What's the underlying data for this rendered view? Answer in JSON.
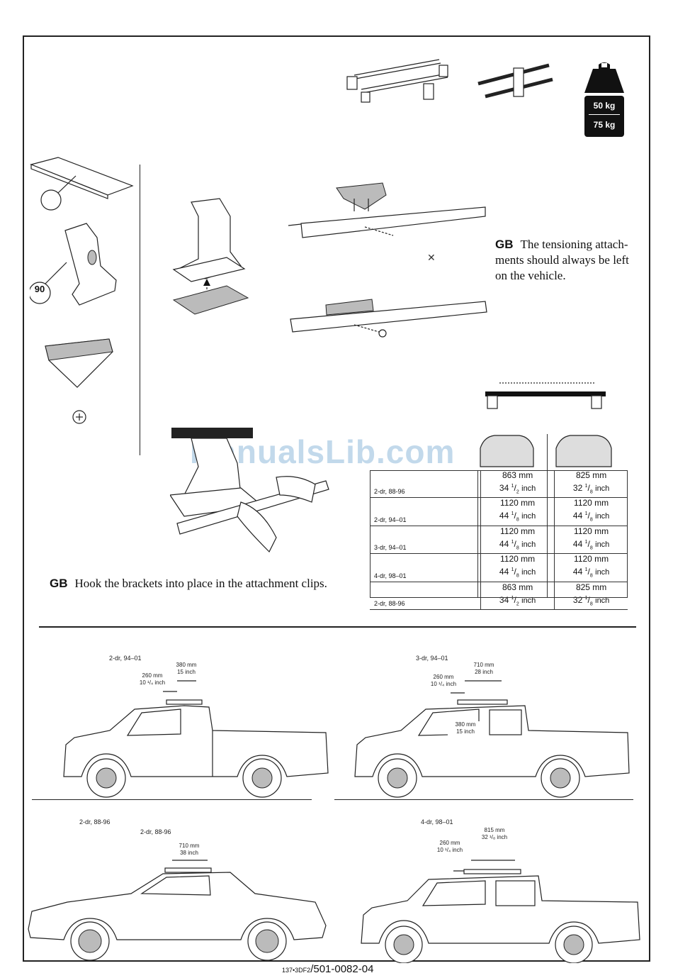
{
  "weights": {
    "w1": "50 kg",
    "w2": "75 kg"
  },
  "callout_90": "90",
  "notes": {
    "tension": {
      "lang": "GB",
      "text": "The tensioning attach-ments should always be left on the vehicle.",
      "l1": "The tensioning attach-",
      "l2": "ments should always be left",
      "l3": "on the vehicle."
    },
    "hook": {
      "lang": "GB",
      "text": "Hook the brackets into place in the attachment clips."
    }
  },
  "watermark": "ManualsLib.com",
  "table": {
    "rows": [
      {
        "car": "2-dr, 88-96",
        "a_mm": "863 mm",
        "a_in": "34",
        "a_fr": "1",
        "a_den": "2",
        "a_unit": "inch",
        "b_mm": "825 mm",
        "b_in": "32",
        "b_fr": "1",
        "b_den": "8",
        "b_unit": "inch"
      },
      {
        "car": "2-dr, 94–01",
        "a_mm": "1120 mm",
        "a_in": "44",
        "a_fr": "1",
        "a_den": "8",
        "a_unit": "inch",
        "b_mm": "1120 mm",
        "b_in": "44",
        "b_fr": "1",
        "b_den": "8",
        "b_unit": "inch"
      },
      {
        "car": "3-dr, 94–01",
        "a_mm": "1120 mm",
        "a_in": "44",
        "a_fr": "1",
        "a_den": "8",
        "a_unit": "inch",
        "b_mm": "1120 mm",
        "b_in": "44",
        "b_fr": "1",
        "b_den": "8",
        "b_unit": "inch"
      },
      {
        "car": "4-dr, 98–01",
        "a_mm": "1120 mm",
        "a_in": "44",
        "a_fr": "1",
        "a_den": "8",
        "a_unit": "inch",
        "b_mm": "1120 mm",
        "b_in": "44",
        "b_fr": "1",
        "b_den": "8",
        "b_unit": "inch"
      },
      {
        "car": "2-dr, 88-96",
        "a_mm": "863 mm",
        "a_in": "34",
        "a_fr": "1",
        "a_den": "2",
        "a_unit": "inch",
        "b_mm": "825 mm",
        "b_in": "32",
        "b_fr": "1",
        "b_den": "8",
        "b_unit": "inch"
      }
    ]
  },
  "vehicles": {
    "v1": {
      "label": "2-dr, 94–01",
      "d1_mm": "380 mm",
      "d1_in": "15 inch",
      "d2_mm": "260 mm",
      "d2_in": "10 ¹/₄ inch"
    },
    "v2": {
      "label": "3-dr, 94–01",
      "d1_mm": "710 mm",
      "d1_in": "28 inch",
      "d2_mm": "260 mm",
      "d2_in": "10 ¹/₄ inch",
      "d3_mm": "380 mm",
      "d3_in": "15 inch"
    },
    "v3": {
      "label_a": "2-dr, 88-96",
      "label_b": "2-dr, 88-96",
      "d1_mm": "710 mm",
      "d1_in": "38 inch"
    },
    "v4": {
      "label": "4-dr, 98–01",
      "d1_mm": "815 mm",
      "d1_in": "32 ¹/₈ inch",
      "d2_mm": "260 mm",
      "d2_in": "10 ¹/₄ inch"
    }
  },
  "footer": {
    "prefix": "137•3DF2",
    "code": "/501-0082-04"
  }
}
